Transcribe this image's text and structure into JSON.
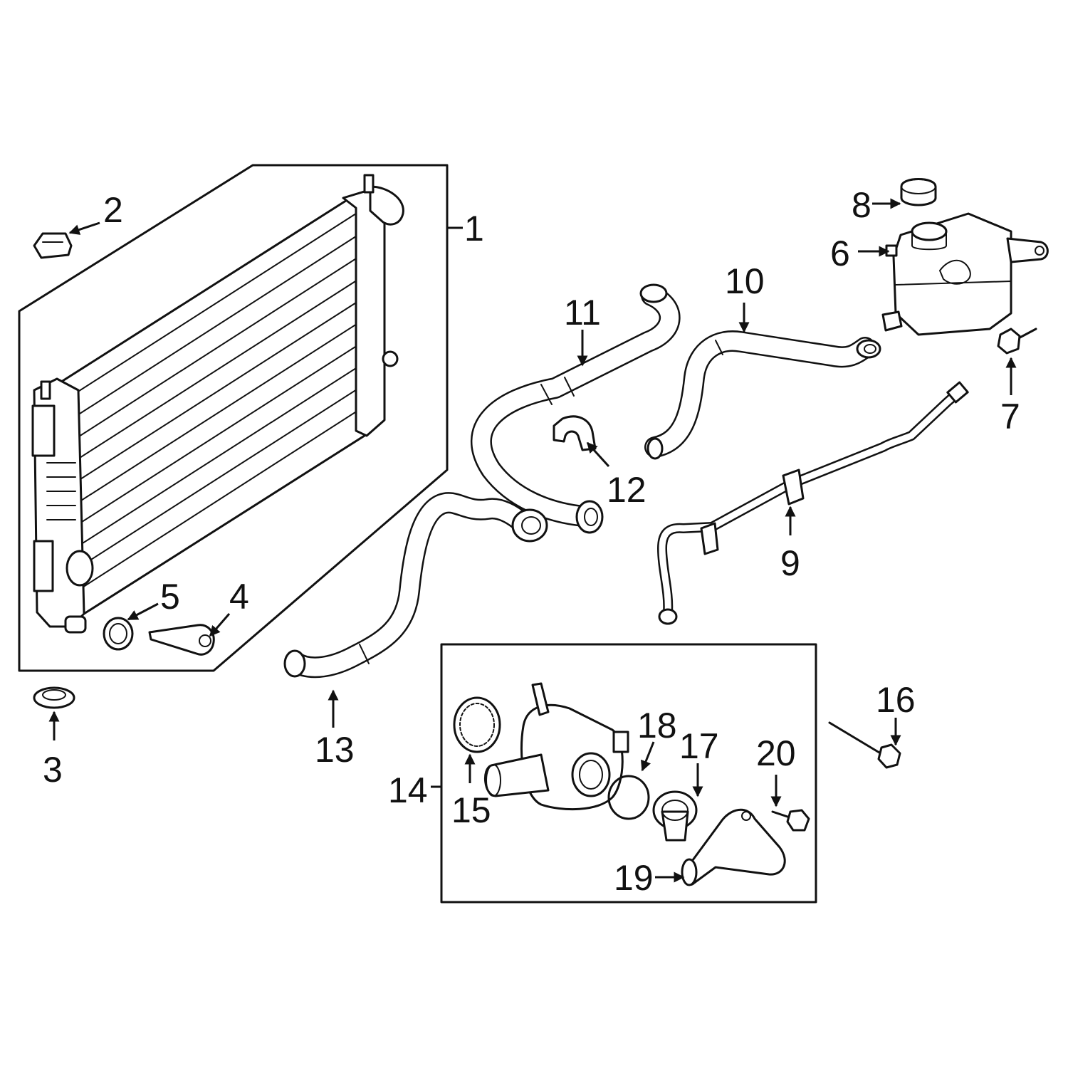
{
  "diagram": {
    "colors": {
      "ink": "#111111",
      "background": "#ffffff"
    },
    "callouts": [
      {
        "id": "c1",
        "text": "1"
      },
      {
        "id": "c2",
        "text": "2"
      },
      {
        "id": "c3",
        "text": "3"
      },
      {
        "id": "c4",
        "text": "4"
      },
      {
        "id": "c5",
        "text": "5"
      },
      {
        "id": "c6",
        "text": "6"
      },
      {
        "id": "c7",
        "text": "7"
      },
      {
        "id": "c8",
        "text": "8"
      },
      {
        "id": "c9",
        "text": "9"
      },
      {
        "id": "c10",
        "text": "10"
      },
      {
        "id": "c11",
        "text": "11"
      },
      {
        "id": "c12",
        "text": "12"
      },
      {
        "id": "c13",
        "text": "13"
      },
      {
        "id": "c14",
        "text": "14"
      },
      {
        "id": "c15",
        "text": "15"
      },
      {
        "id": "c16",
        "text": "16"
      },
      {
        "id": "c17",
        "text": "17"
      },
      {
        "id": "c18",
        "text": "18"
      },
      {
        "id": "c19",
        "text": "19"
      },
      {
        "id": "c20",
        "text": "20"
      }
    ]
  }
}
